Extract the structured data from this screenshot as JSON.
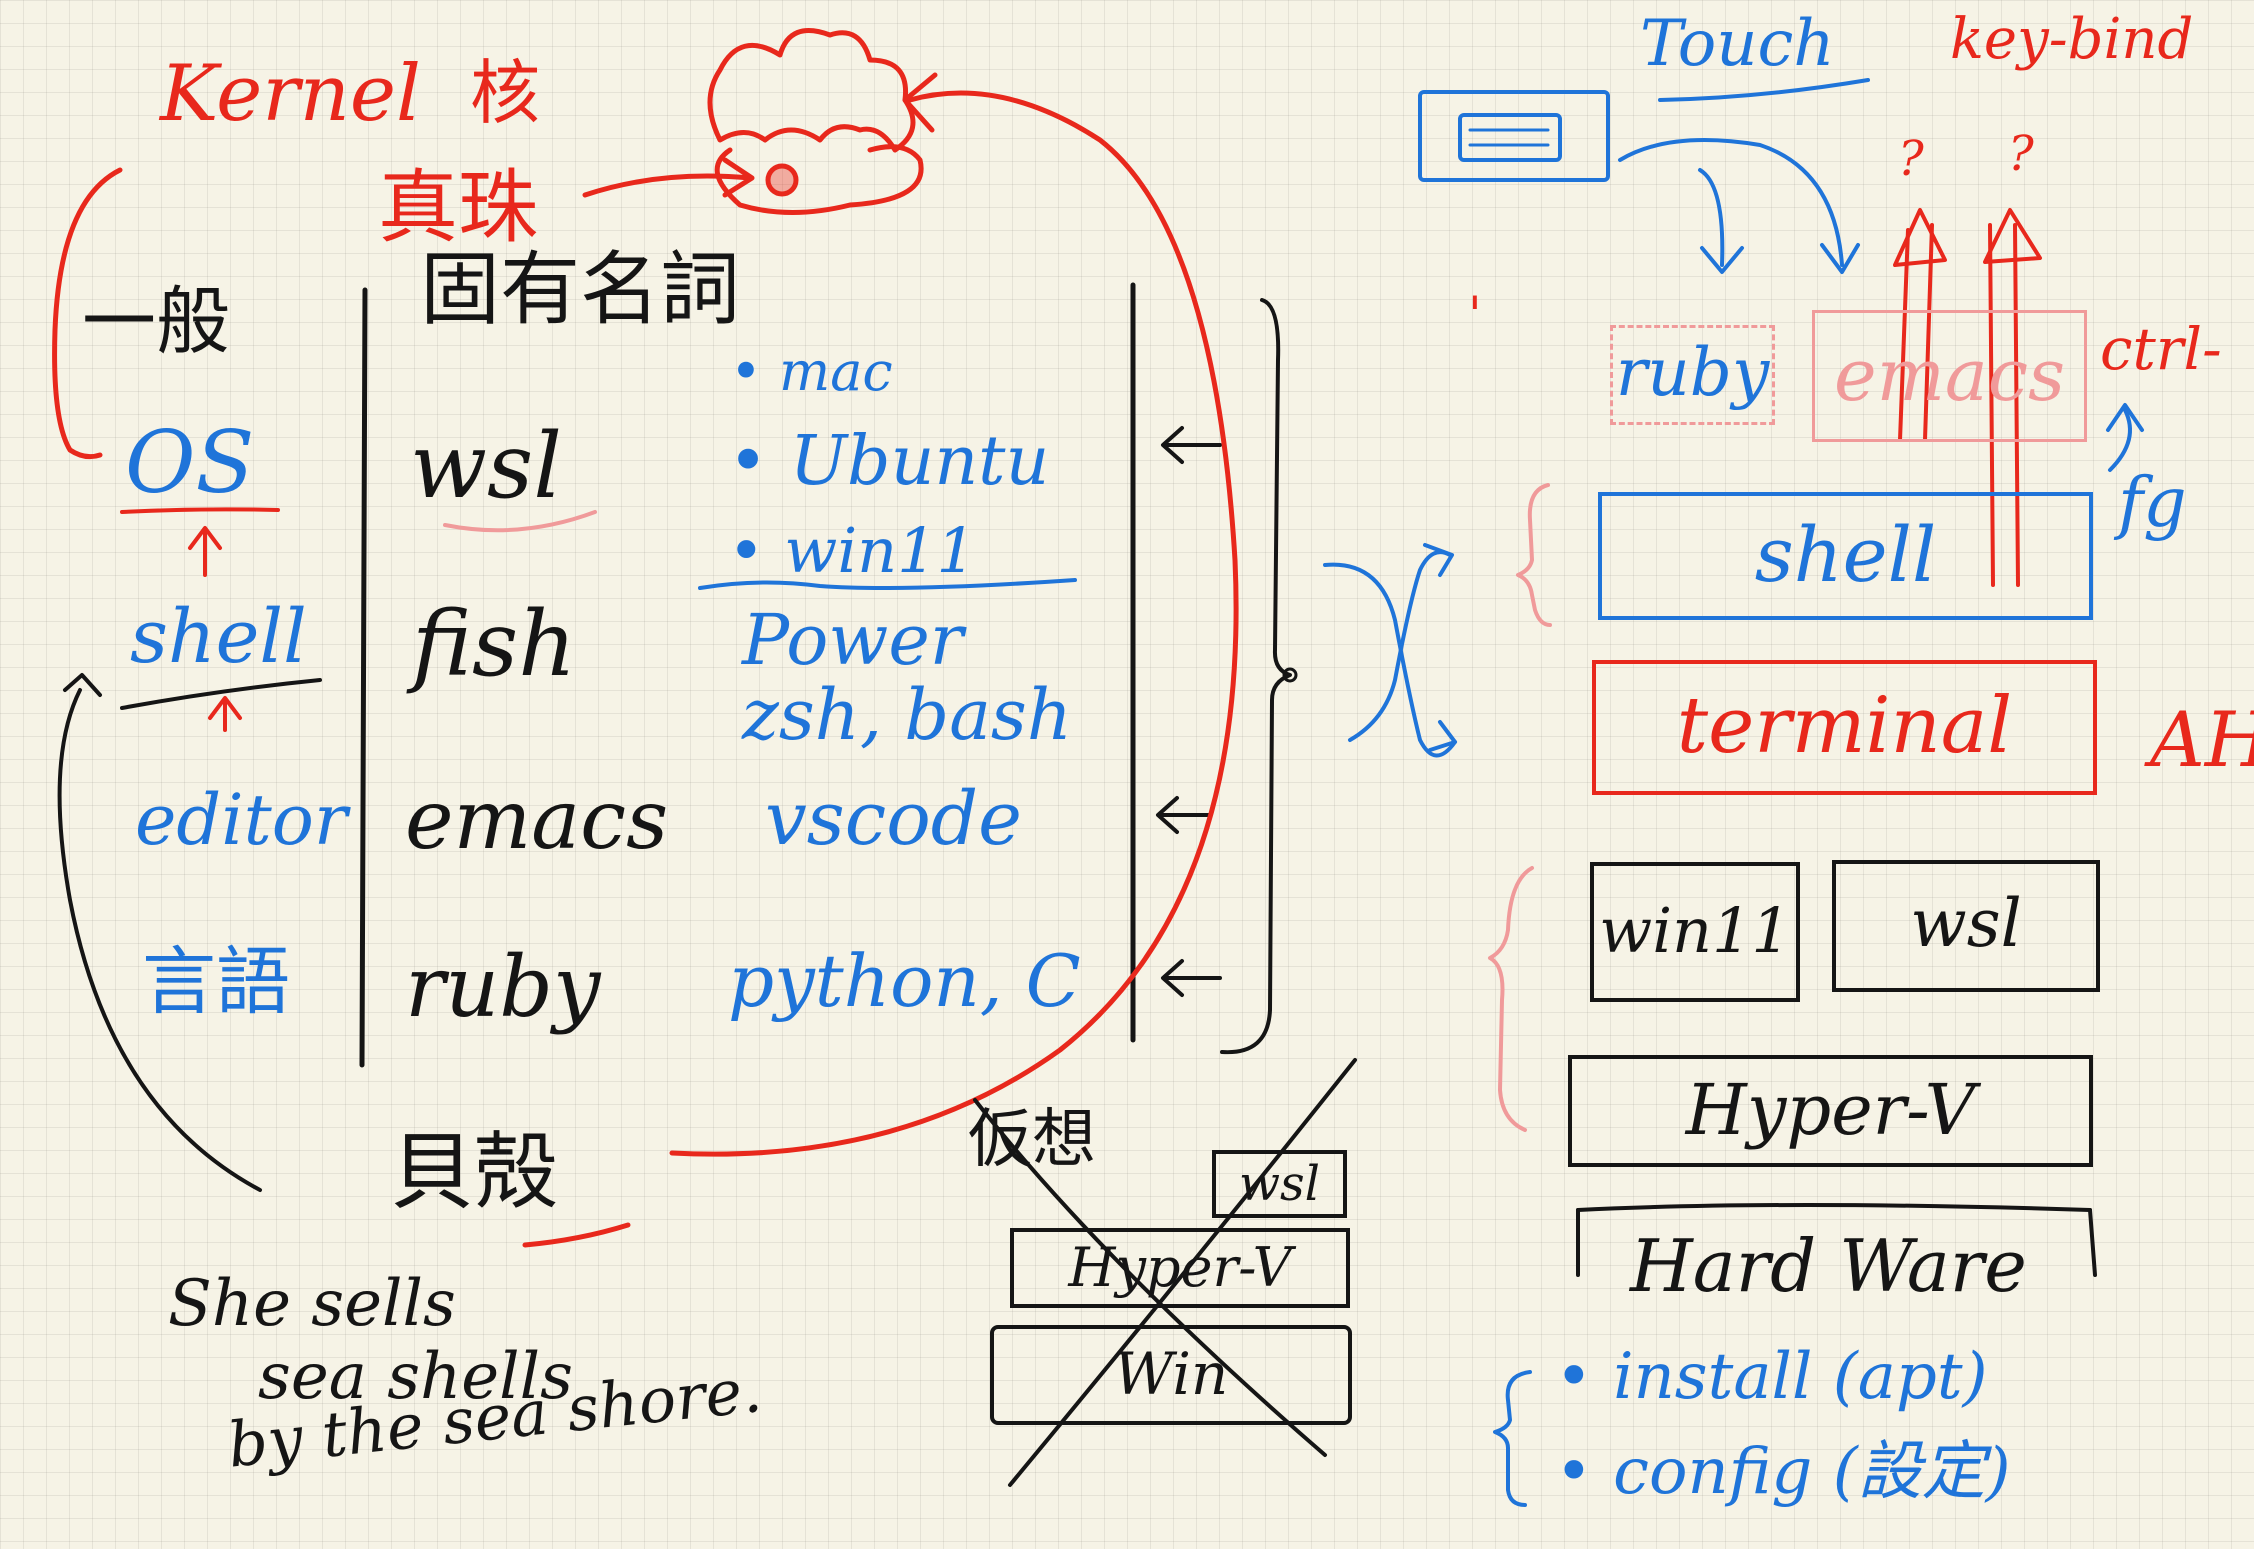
{
  "left": {
    "kernel": "Kernel",
    "kernel_cjk": "核",
    "pearl": "真珠",
    "general": "一般",
    "specific": "固有名詞",
    "shell_en": "貝殻",
    "rows": [
      {
        "general": "OS",
        "specific": "wsl",
        "examples": [
          "mac",
          "Ubuntu",
          "win11"
        ]
      },
      {
        "general": "shell",
        "specific": "fish",
        "examples": [
          "Power",
          "zsh, bash"
        ]
      },
      {
        "general": "editor",
        "specific": "emacs",
        "examples": [
          "vscode"
        ]
      },
      {
        "general": "言語",
        "specific": "ruby",
        "examples": [
          "python, C"
        ]
      }
    ],
    "tongue_twister": [
      "She sells",
      "sea shells",
      "by the sea shore."
    ]
  },
  "virtual": {
    "label": "仮想",
    "stack": [
      "wsl",
      "Hyper-V",
      "Win"
    ]
  },
  "right": {
    "touch": "Touch",
    "keybind": "key-bind",
    "question": "?",
    "ctrl": "ctrl-",
    "fg": "fg",
    "ah": "AH",
    "tick": "'",
    "apps": [
      "ruby",
      "emacs"
    ],
    "shell": "shell",
    "terminal": "terminal",
    "os_pair": [
      "win11",
      "wsl"
    ],
    "hyperv": "Hyper-V",
    "hardware": "Hard Ware",
    "notes": [
      "install (apt)",
      "config (設定)"
    ]
  }
}
